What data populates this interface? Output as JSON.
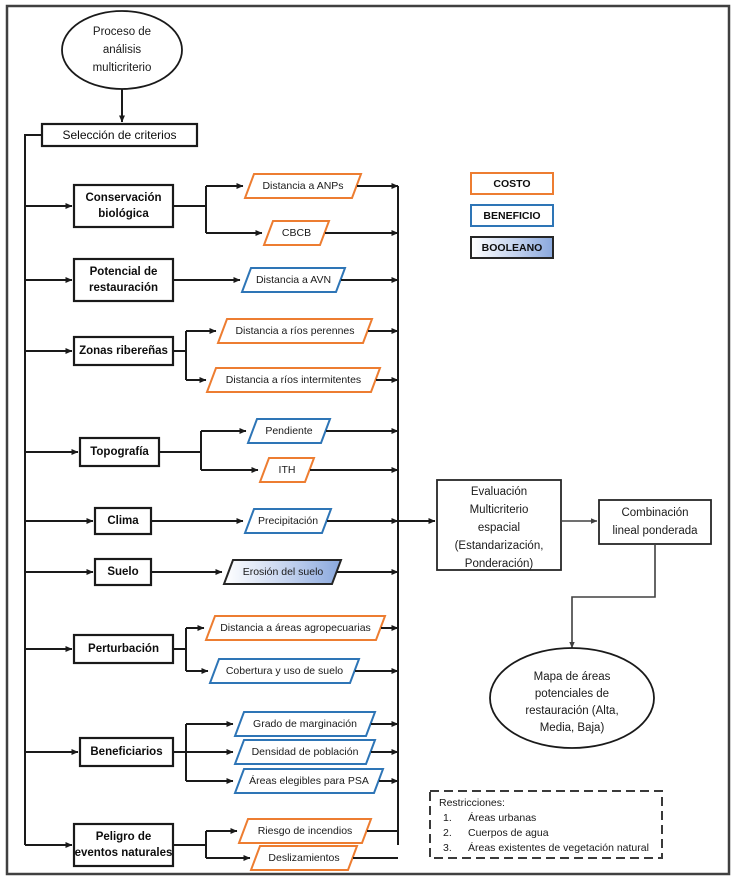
{
  "diagram": {
    "title_node": "Proceso de análisis multicriterio",
    "start": {
      "lines": [
        "Proceso de",
        "análisis",
        "multicriterio"
      ]
    },
    "selection_step": "Selección de criterios",
    "criteria": [
      {
        "id": "conservacion-biologica",
        "lines": [
          "Conservación",
          "biológica"
        ],
        "factors": [
          {
            "label": "Distancia a ANPs",
            "type": "costo"
          },
          {
            "label": "CBCB",
            "type": "costo"
          }
        ]
      },
      {
        "id": "potencial-restauracion",
        "lines": [
          "Potencial de",
          "restauración"
        ],
        "factors": [
          {
            "label": "Distancia a AVN",
            "type": "beneficio"
          }
        ]
      },
      {
        "id": "zonas-riberenas",
        "lines": [
          "Zonas ribereñas"
        ],
        "factors": [
          {
            "label": "Distancia a ríos perennes",
            "type": "costo"
          },
          {
            "label": "Distancia a ríos intermitentes",
            "type": "costo"
          }
        ]
      },
      {
        "id": "topografia",
        "lines": [
          "Topografía"
        ],
        "factors": [
          {
            "label": "Pendiente",
            "type": "beneficio"
          },
          {
            "label": "ITH",
            "type": "costo"
          }
        ]
      },
      {
        "id": "clima",
        "lines": [
          "Clima"
        ],
        "factors": [
          {
            "label": "Precipitación",
            "type": "beneficio"
          }
        ]
      },
      {
        "id": "suelo",
        "lines": [
          "Suelo"
        ],
        "factors": [
          {
            "label": "Erosión del suelo",
            "type": "booleano"
          }
        ]
      },
      {
        "id": "perturbacion",
        "lines": [
          "Perturbación"
        ],
        "factors": [
          {
            "label": "Distancia a áreas agropecuarias",
            "type": "costo"
          },
          {
            "label": "Cobertura y uso de suelo",
            "type": "beneficio"
          }
        ]
      },
      {
        "id": "beneficiarios",
        "lines": [
          "Beneficiarios"
        ],
        "factors": [
          {
            "label": "Grado de marginación",
            "type": "beneficio"
          },
          {
            "label": "Densidad de población",
            "type": "beneficio"
          },
          {
            "label": "Áreas elegibles para PSA",
            "type": "beneficio"
          }
        ]
      },
      {
        "id": "peligro-eventos-naturales",
        "lines": [
          "Peligro de",
          "eventos naturales"
        ],
        "factors": [
          {
            "label": "Riesgo de incendios",
            "type": "costo"
          },
          {
            "label": "Deslizamientos",
            "type": "costo"
          }
        ]
      }
    ],
    "evaluation": {
      "lines": [
        "Evaluación",
        "Multicriterio",
        "espacial",
        "(Estandarización,",
        "Ponderación)"
      ]
    },
    "combination": {
      "lines": [
        "Combinación",
        "lineal ponderada"
      ]
    },
    "output": {
      "lines": [
        "Mapa de áreas",
        "potenciales de",
        "restauración (Alta,",
        "Media, Baja)"
      ]
    },
    "legend": {
      "items": [
        {
          "label": "COSTO",
          "type": "costo",
          "color": "#ED7D31"
        },
        {
          "label": "BENEFICIO",
          "type": "beneficio",
          "color": "#2E75B6"
        },
        {
          "label": "BOOLEANO",
          "type": "booleano",
          "color": "#262626"
        }
      ]
    },
    "restrictions": {
      "heading": "Restricciones:",
      "items": [
        {
          "num": "1.",
          "text": "Áreas urbanas"
        },
        {
          "num": "2.",
          "text": "Cuerpos de agua"
        },
        {
          "num": "3.",
          "text": "Áreas existentes de vegetación natural"
        }
      ]
    },
    "colors": {
      "costo": "#ED7D31",
      "beneficio": "#2E75B6",
      "booleano_stroke": "#262626",
      "booleano_fill_start": "#ffffff",
      "booleano_fill_end": "#8aa8dd",
      "line": "#1a1a1a",
      "frame": "#404040"
    }
  }
}
